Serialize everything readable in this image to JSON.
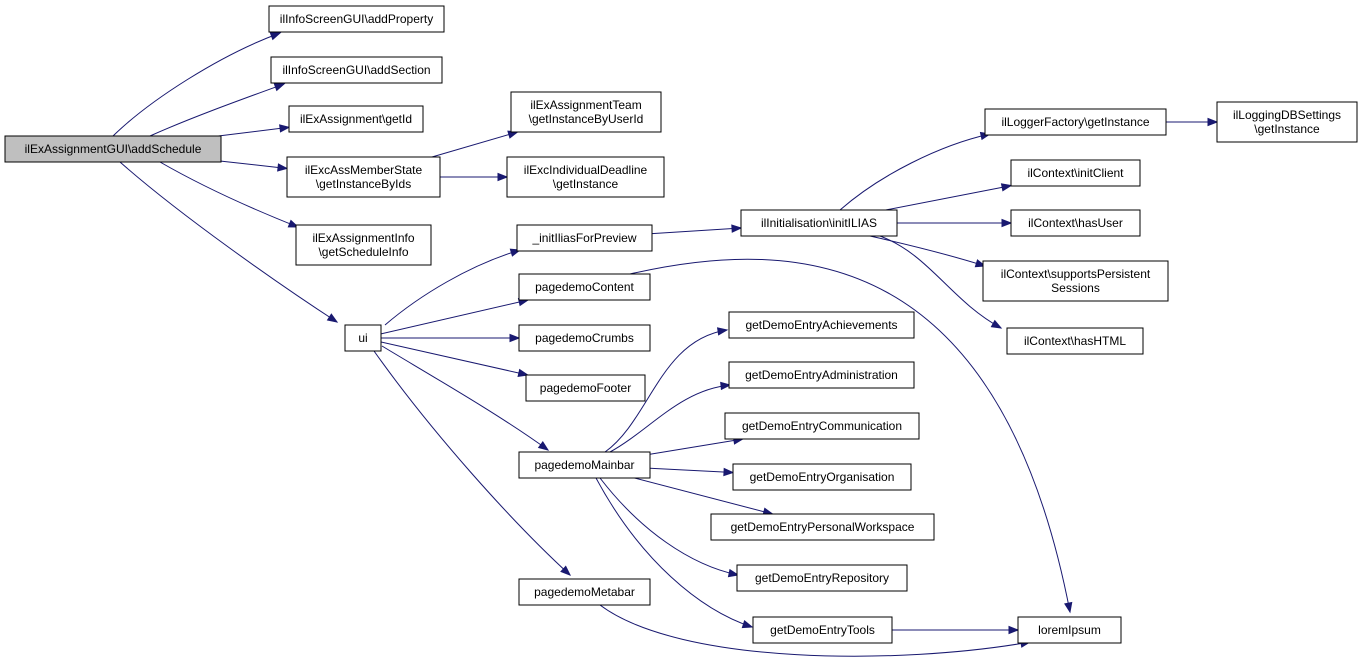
{
  "nodes": [
    {
      "id": "root",
      "lines": [
        "ilExAssignmentGUI\\addSchedule"
      ],
      "root": true
    },
    {
      "id": "addProperty",
      "lines": [
        "ilInfoScreenGUI\\addProperty"
      ]
    },
    {
      "id": "addSection",
      "lines": [
        "ilInfoScreenGUI\\addSection"
      ]
    },
    {
      "id": "getId",
      "lines": [
        "ilExAssignment\\getId"
      ]
    },
    {
      "id": "memberState",
      "lines": [
        "ilExcAssMemberState",
        "\\getInstanceByIds"
      ]
    },
    {
      "id": "assignInfo",
      "lines": [
        "ilExAssignmentInfo",
        "\\getScheduleInfo"
      ]
    },
    {
      "id": "ui",
      "lines": [
        "ui"
      ]
    },
    {
      "id": "teamGet",
      "lines": [
        "ilExAssignmentTeam",
        "\\getInstanceByUserId"
      ]
    },
    {
      "id": "deadline",
      "lines": [
        "ilExcIndividualDeadline",
        "\\getInstance"
      ]
    },
    {
      "id": "initPreview",
      "lines": [
        "_initIliasForPreview"
      ]
    },
    {
      "id": "pdContent",
      "lines": [
        "pagedemoContent"
      ]
    },
    {
      "id": "pdCrumbs",
      "lines": [
        "pagedemoCrumbs"
      ]
    },
    {
      "id": "pdFooter",
      "lines": [
        "pagedemoFooter"
      ]
    },
    {
      "id": "pdMainbar",
      "lines": [
        "pagedemoMainbar"
      ]
    },
    {
      "id": "pdMetabar",
      "lines": [
        "pagedemoMetabar"
      ]
    },
    {
      "id": "initIlias",
      "lines": [
        "ilInitialisation\\initILIAS"
      ]
    },
    {
      "id": "achieve",
      "lines": [
        "getDemoEntryAchievements"
      ]
    },
    {
      "id": "admin",
      "lines": [
        "getDemoEntryAdministration"
      ]
    },
    {
      "id": "comm",
      "lines": [
        "getDemoEntryCommunication"
      ]
    },
    {
      "id": "org",
      "lines": [
        "getDemoEntryOrganisation"
      ]
    },
    {
      "id": "personal",
      "lines": [
        "getDemoEntryPersonalWorkspace"
      ]
    },
    {
      "id": "repo",
      "lines": [
        "getDemoEntryRepository"
      ]
    },
    {
      "id": "tools",
      "lines": [
        "getDemoEntryTools"
      ]
    },
    {
      "id": "logger",
      "lines": [
        "ilLoggerFactory\\getInstance"
      ]
    },
    {
      "id": "initClient",
      "lines": [
        "ilContext\\initClient"
      ]
    },
    {
      "id": "hasUser",
      "lines": [
        "ilContext\\hasUser"
      ]
    },
    {
      "id": "persist",
      "lines": [
        "ilContext\\supportsPersistent",
        "Sessions"
      ]
    },
    {
      "id": "hasHTML",
      "lines": [
        "ilContext\\hasHTML"
      ]
    },
    {
      "id": "dbSettings",
      "lines": [
        "ilLoggingDBSettings",
        "\\getInstance"
      ]
    },
    {
      "id": "lorem",
      "lines": [
        "loremIpsum"
      ]
    }
  ],
  "edges": [
    [
      "root",
      "addProperty"
    ],
    [
      "root",
      "addSection"
    ],
    [
      "root",
      "getId"
    ],
    [
      "root",
      "memberState"
    ],
    [
      "root",
      "assignInfo"
    ],
    [
      "root",
      "ui"
    ],
    [
      "memberState",
      "teamGet"
    ],
    [
      "memberState",
      "deadline"
    ],
    [
      "ui",
      "initPreview"
    ],
    [
      "ui",
      "pdContent"
    ],
    [
      "ui",
      "pdCrumbs"
    ],
    [
      "ui",
      "pdFooter"
    ],
    [
      "ui",
      "pdMainbar"
    ],
    [
      "ui",
      "pdMetabar"
    ],
    [
      "initPreview",
      "initIlias"
    ],
    [
      "initIlias",
      "logger"
    ],
    [
      "initIlias",
      "initClient"
    ],
    [
      "initIlias",
      "hasUser"
    ],
    [
      "initIlias",
      "persist"
    ],
    [
      "initIlias",
      "hasHTML"
    ],
    [
      "logger",
      "dbSettings"
    ],
    [
      "pdContent",
      "lorem"
    ],
    [
      "pdMainbar",
      "achieve"
    ],
    [
      "pdMainbar",
      "admin"
    ],
    [
      "pdMainbar",
      "comm"
    ],
    [
      "pdMainbar",
      "org"
    ],
    [
      "pdMainbar",
      "personal"
    ],
    [
      "pdMainbar",
      "repo"
    ],
    [
      "pdMainbar",
      "tools"
    ],
    [
      "tools",
      "lorem"
    ],
    [
      "pdMetabar",
      "lorem"
    ]
  ],
  "colors": {
    "edge": "#191970",
    "node_border": "#000000",
    "root_fill": "#bfbfbf",
    "node_fill": "#ffffff"
  }
}
